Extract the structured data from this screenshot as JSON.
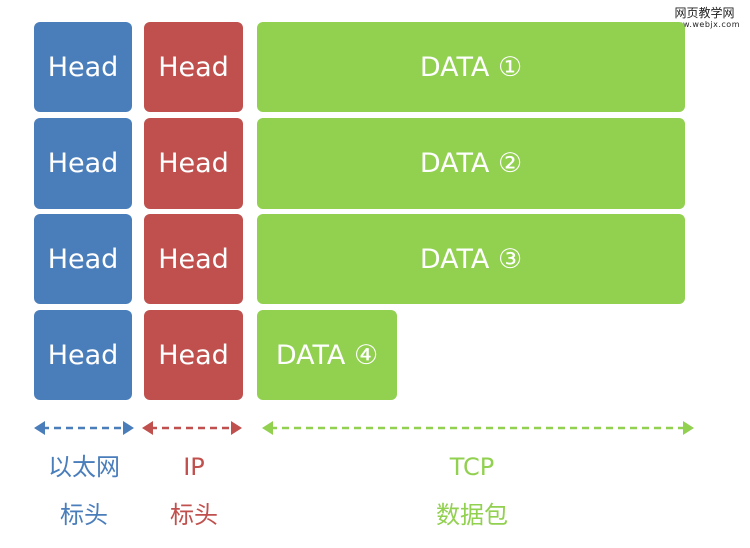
{
  "watermark": {
    "line1": "网页教学网",
    "line2": "www.webjx.com"
  },
  "colors": {
    "ethernet": "#4a7ebb",
    "ip": "#c0504d",
    "tcp": "#92d050"
  },
  "rows": [
    {
      "eth_head": "Head",
      "ip_head": "Head",
      "data": "DATA ①"
    },
    {
      "eth_head": "Head",
      "ip_head": "Head",
      "data": "DATA ②"
    },
    {
      "eth_head": "Head",
      "ip_head": "Head",
      "data": "DATA ③"
    },
    {
      "eth_head": "Head",
      "ip_head": "Head",
      "data": "DATA ④"
    }
  ],
  "labels": {
    "ethernet": {
      "line1": "以太网",
      "line2": "标头"
    },
    "ip": {
      "line1": "IP",
      "line2": "标头"
    },
    "tcp": {
      "line1": "TCP",
      "line2": "数据包"
    }
  }
}
